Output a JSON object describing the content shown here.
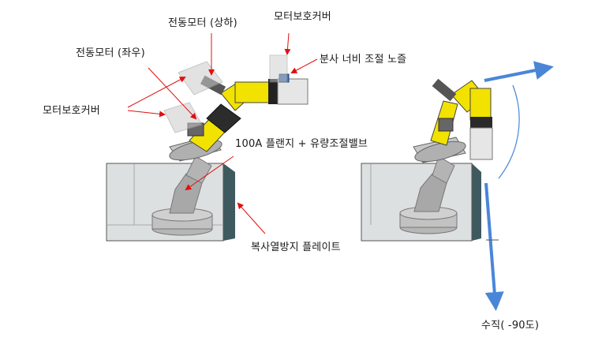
{
  "labels": {
    "motor_updown": "전동모터 (상하)",
    "motor_cover_top": "모터보호커버",
    "spray_width": "분사 너비 조절 노즐",
    "motor_leftright": "전동모터 (좌우)",
    "motor_cover_left": "모터보호커버",
    "flange_valve": "100A 플랜지 + 유량조절밸브",
    "heat_plate": "복사열방지 플레이트",
    "vertical": "수직( -90도)"
  },
  "colors": {
    "robot_yellow": "#f2e200",
    "arrow_red": "#e01010",
    "arrow_blue": "#4a86d8",
    "box_gray": "#c8cccc"
  }
}
